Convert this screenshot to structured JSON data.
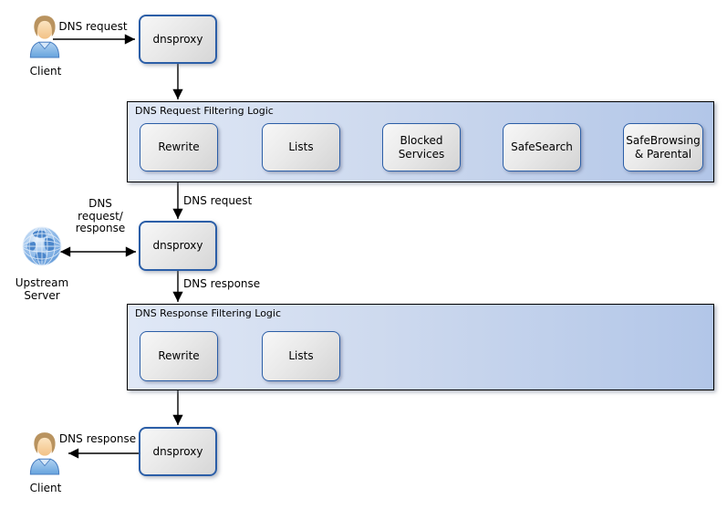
{
  "icons": {
    "client_top": "person-icon",
    "upstream": "globe-icon",
    "client_bottom": "person-icon"
  },
  "nodes": {
    "client_top": "Client",
    "dnsproxy_top": "dnsproxy",
    "dnsproxy_mid": "dnsproxy",
    "dnsproxy_bottom": "dnsproxy",
    "upstream_line1": "Upstream",
    "upstream_line2": "Server",
    "client_bottom": "Client"
  },
  "containers": {
    "request": {
      "title": "DNS Request Filtering Logic",
      "boxes": [
        "Rewrite",
        "Lists",
        "Blocked Services",
        "SafeSearch",
        "SafeBrowsing & Parental"
      ]
    },
    "response": {
      "title": "DNS Response Filtering Logic",
      "boxes": [
        "Rewrite",
        "Lists"
      ]
    }
  },
  "edge_labels": {
    "client_to_proxy": "DNS request",
    "filter_to_proxy": "DNS request",
    "upstream_line1": "DNS",
    "upstream_line2": "request/",
    "upstream_line3": "response",
    "proxy_to_filter": "DNS response",
    "proxy_to_client": "DNS response"
  },
  "colors": {
    "box_border": "#2b5ea7",
    "box_fill_top": "#f7f7f7",
    "box_fill_bottom": "#d6d6d6",
    "container_fill_left": "#e0e8f6",
    "container_fill_right": "#b2c6e8",
    "container_border": "#000000",
    "arrow": "#000000"
  }
}
